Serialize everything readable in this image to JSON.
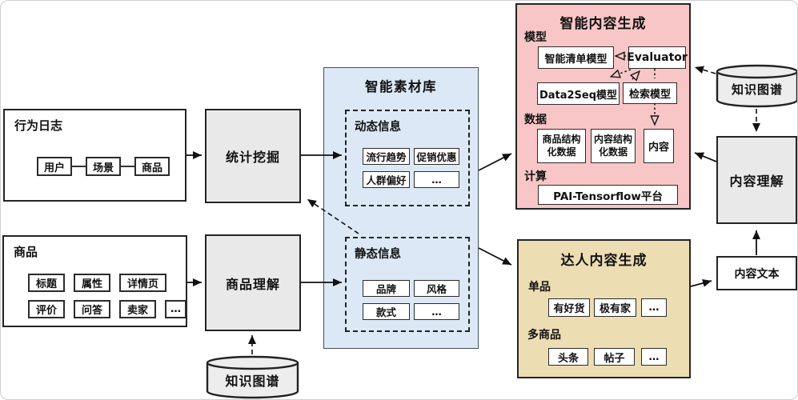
{
  "colors": {
    "pink": "#f8c6c6",
    "blue": "#dce8f5",
    "tan": "#ecddb3",
    "gray_fill": "#e9e9e9",
    "line": "#111111"
  },
  "behavior_log": {
    "title": "行为日志",
    "items": [
      "用户",
      "场景",
      "商品"
    ]
  },
  "product_box": {
    "title": "商品",
    "row1": [
      "标题",
      "属性",
      "详情页"
    ],
    "row2": [
      "评价",
      "问答",
      "卖家",
      "…"
    ]
  },
  "stat_mining": {
    "label": "统计挖掘"
  },
  "product_understanding": {
    "label": "商品理解"
  },
  "kg_bottom": {
    "label": "知识图谱"
  },
  "material_library": {
    "title": "智能素材库",
    "dynamic": {
      "title": "动态信息",
      "items": [
        "流行趋势",
        "促销优惠",
        "人群偏好",
        "…"
      ]
    },
    "static": {
      "title": "静态信息",
      "items": [
        "品牌",
        "风格",
        "款式",
        "…"
      ]
    }
  },
  "content_generation": {
    "title": "智能内容生成",
    "model_label": "模型",
    "models": {
      "list": "智能清单模型",
      "evaluator": "Evaluator",
      "data2seq": "Data2Seq模型",
      "retrieval": "检索模型"
    },
    "data_label": "数据",
    "data_items": {
      "product_structured": "商品结构化数据",
      "content_structured": "内容结构化数据",
      "content": "内容"
    },
    "compute_label": "计算",
    "platform": "PAI-Tensorflow平台"
  },
  "expert_generation": {
    "title": "达人内容生成",
    "single_label": "单品",
    "single_items": [
      "有好货",
      "极有家",
      "…"
    ],
    "multi_label": "多商品",
    "multi_items": [
      "头条",
      "帖子",
      "…"
    ]
  },
  "kg_top": {
    "label": "知识图谱"
  },
  "content_understanding": {
    "label": "内容理解"
  },
  "content_text": {
    "label": "内容文本"
  }
}
